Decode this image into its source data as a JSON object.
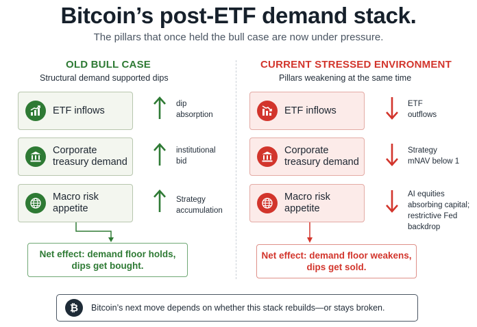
{
  "header": {
    "title": "Bitcoin’s post-ETF demand stack.",
    "subtitle": "The pillars that once held the bull case are now under pressure."
  },
  "left": {
    "heading": "OLD BULL CASE",
    "subheading": "Structural demand supported dips",
    "color": "#2e7a34",
    "pillars": [
      {
        "icon": "bar-chart-up-icon",
        "label_lines": [
          "ETF inflows"
        ],
        "direction": "up",
        "note_lines": [
          "dip",
          "absorption"
        ]
      },
      {
        "icon": "bank-building-icon",
        "label_lines": [
          "Corporate",
          "treasury demand"
        ],
        "direction": "up",
        "note_lines": [
          "institutional",
          "bid"
        ]
      },
      {
        "icon": "globe-icon",
        "label_lines": [
          "Macro risk",
          "appetite"
        ],
        "direction": "up",
        "note_lines": [
          "Strategy",
          "accumulation"
        ]
      }
    ],
    "net_effect_lines": [
      "Net effect: demand floor holds,",
      "dips get bought."
    ]
  },
  "right": {
    "heading": "CURRENT STRESSED ENVIRONMENT",
    "subheading": "Pillars weakening at the same time",
    "color": "#d2352c",
    "pillars": [
      {
        "icon": "bar-chart-down-icon",
        "label_lines": [
          "ETF inflows"
        ],
        "direction": "down",
        "note_lines": [
          "ETF",
          "outflows"
        ]
      },
      {
        "icon": "bank-building-icon",
        "label_lines": [
          "Corporate",
          "treasury demand"
        ],
        "direction": "down",
        "note_lines": [
          "Strategy",
          "mNAV below 1"
        ]
      },
      {
        "icon": "globe-icon",
        "label_lines": [
          "Macro risk",
          "appetite"
        ],
        "direction": "down",
        "note_lines": [
          "AI equities",
          "absorbing capital;",
          "restrictive Fed",
          "backdrop"
        ]
      }
    ],
    "net_effect_lines": [
      "Net effect: demand floor weakens,",
      "dips get sold."
    ]
  },
  "footer": {
    "icon": "bitcoin-icon",
    "symbol": "₿",
    "text": "Bitcoin’s next move depends on whether this stack rebuilds—or stays broken."
  }
}
